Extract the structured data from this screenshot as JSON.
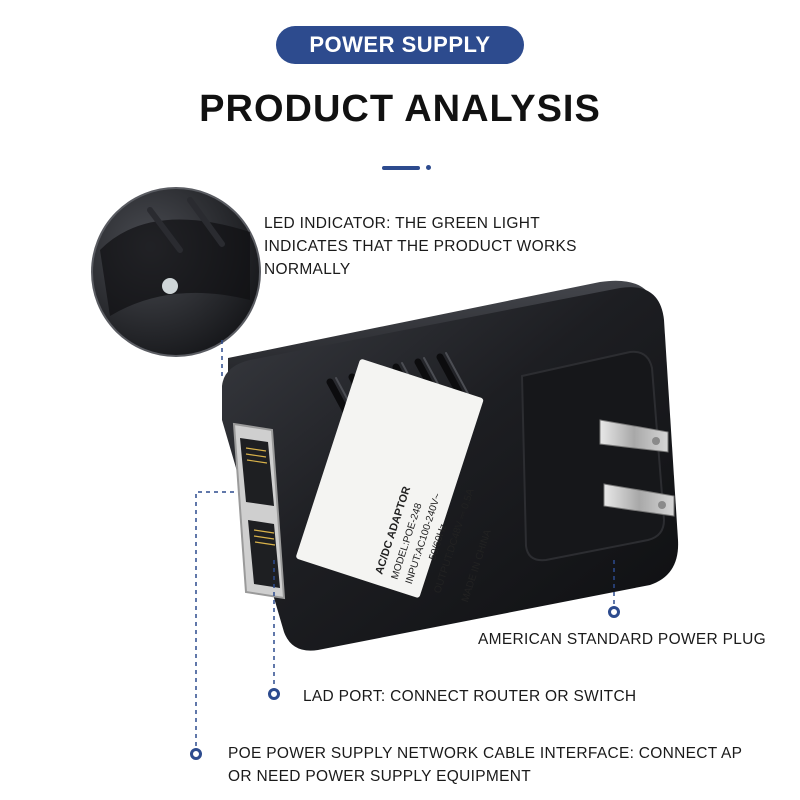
{
  "header": {
    "badge": "POWER SUPPLY",
    "title": "PRODUCT ANALYSIS"
  },
  "colors": {
    "accent": "#2d4b8e",
    "adapter_body": "#1b1c1f",
    "led": "#cfd6d8"
  },
  "product_label": {
    "line1": "AC/DC ADAPTOR",
    "line2": "MODEL:POE-248",
    "line3": "INPUT:AC100-240V~",
    "line4": "50/60Hz",
    "line5": "OUTPUT:DC48V ⎓ 0.5A",
    "line6": "MADE IN CHINA"
  },
  "callouts": {
    "led": "LED INDICATOR: THE GREEN LIGHT INDICATES THAT THE PRODUCT WORKS NORMALLY",
    "plug": "AMERICAN STANDARD POWER PLUG",
    "lad": "LAD PORT: CONNECT ROUTER OR SWITCH",
    "poe": "POE POWER SUPPLY NETWORK CABLE INTERFACE: CONNECT AP OR NEED POWER SUPPLY EQUIPMENT"
  },
  "icons": [
    "marker-dot-icon",
    "led-zoom-icon",
    "rj45-port-icon",
    "power-plug-icon"
  ]
}
